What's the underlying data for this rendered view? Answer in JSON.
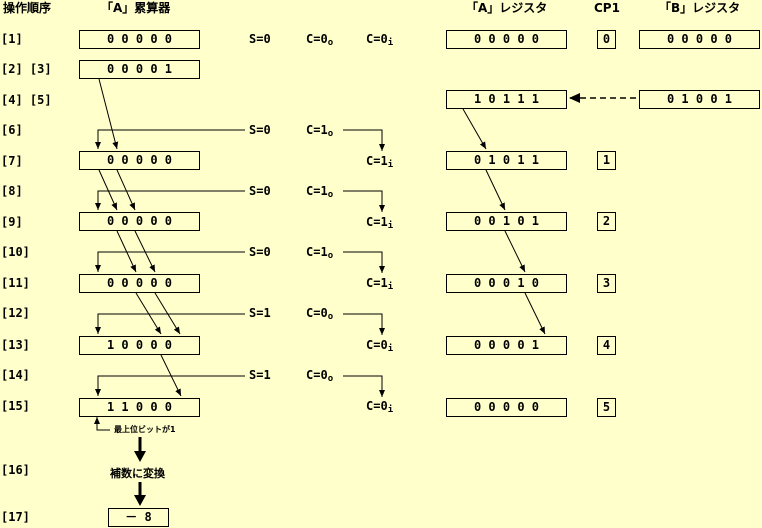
{
  "headers": {
    "order": "操作順序",
    "a_accumulator": "「A」累算器",
    "a_register": "「A」レジスタ",
    "cp1": "CP1",
    "b_register": "「B」レジスタ"
  },
  "rows": [
    {
      "label": "[1]",
      "acc": "0 0 0 0 0",
      "s": "S=0",
      "co": "C=0",
      "ci": "C=0",
      "areg": "0 0 0 0 0",
      "cp1": "0",
      "breg": "0 0 0 0 0"
    },
    {
      "label": "[2] [3]",
      "acc": "0 0 0 0 1"
    },
    {
      "label": "[4] [5]",
      "areg": "1 0 1 1 1",
      "breg": "0 1 0 0 1"
    },
    {
      "label": "[6]",
      "s": "S=0",
      "co": "C=1"
    },
    {
      "label": "[7]",
      "acc": "0 0 0 0 0",
      "ci": "C=1",
      "areg": "0 1 0 1 1",
      "cp1": "1"
    },
    {
      "label": "[8]",
      "s": "S=0",
      "co": "C=1"
    },
    {
      "label": "[9]",
      "acc": "0 0 0 0 0",
      "ci": "C=1",
      "areg": "0 0 1 0 1",
      "cp1": "2"
    },
    {
      "label": "[10]",
      "s": "S=0",
      "co": "C=1"
    },
    {
      "label": "[11]",
      "acc": "0 0 0 0 0",
      "ci": "C=1",
      "areg": "0 0 0 1 0",
      "cp1": "3"
    },
    {
      "label": "[12]",
      "s": "S=1",
      "co": "C=0"
    },
    {
      "label": "[13]",
      "acc": "1 0 0 0 0",
      "ci": "C=0",
      "areg": "0 0 0 0 1",
      "cp1": "4"
    },
    {
      "label": "[14]",
      "s": "S=1",
      "co": "C=0"
    },
    {
      "label": "[15]",
      "acc": "1 1 0 0 0",
      "ci": "C=0",
      "areg": "0 0 0 0 0",
      "cp1": "5"
    },
    {
      "label": "[16]"
    },
    {
      "label": "[17]",
      "result": "－ 8"
    }
  ],
  "sub_out": "o",
  "sub_in": "i",
  "notes": {
    "msb": "最上位ビットが1",
    "complement": "補数に変換"
  }
}
